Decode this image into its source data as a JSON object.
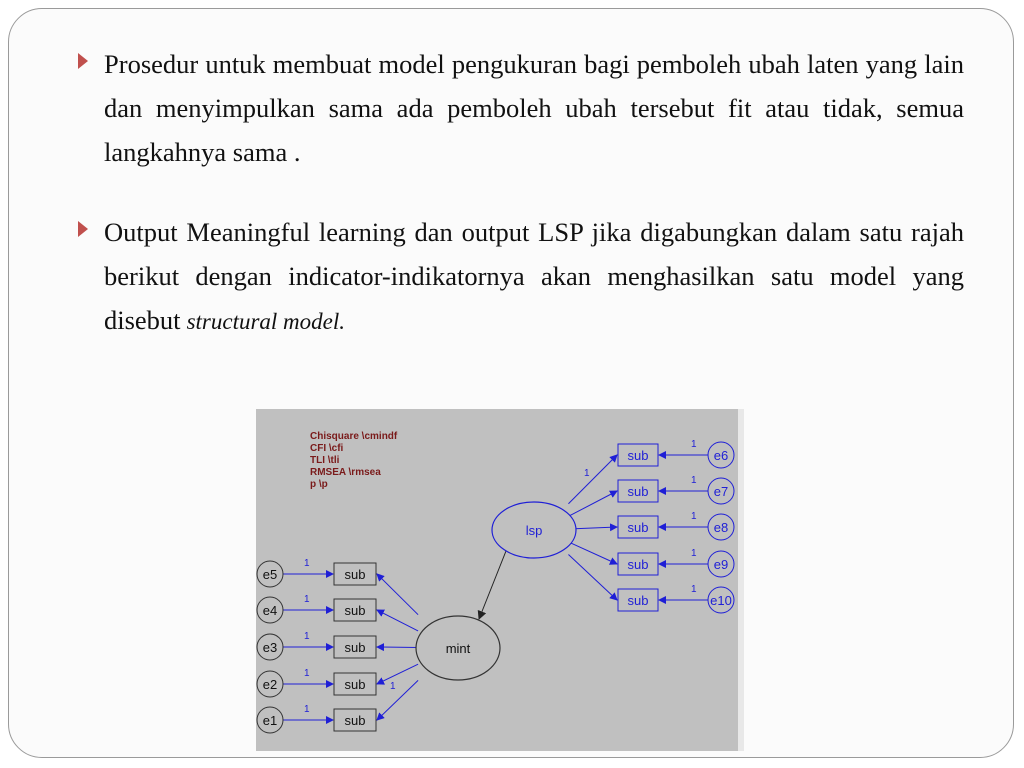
{
  "bullets": [
    {
      "text": "Prosedur    untuk membuat model pengukuran bagi pemboleh ubah laten yang lain dan menyimpulkan sama ada pemboleh ubah tersebut fit atau tidak, semua langkahnya sama ."
    },
    {
      "text": "Output Meaningful learning dan output LSP jika digabungkan dalam satu rajah berikut dengan indicator-indikatornya akan menghasilkan satu model yang disebut",
      "emphasis": "structural model."
    }
  ],
  "diagram": {
    "fit_indices": [
      "Chisquare \\cmindf",
      "CFI \\cfi",
      "TLI \\tli",
      "RMSEA \\rmsea",
      "p \\p"
    ],
    "latent_right": "lsp",
    "latent_left": "mint",
    "right_indicators": [
      {
        "box": "sub",
        "error": "e6",
        "weight": "1",
        "loading": "1"
      },
      {
        "box": "sub",
        "error": "e7",
        "weight": "1"
      },
      {
        "box": "sub",
        "error": "e8",
        "weight": "1"
      },
      {
        "box": "sub",
        "error": "e9",
        "weight": "1"
      },
      {
        "box": "sub",
        "error": "e10",
        "weight": "1"
      }
    ],
    "left_indicators": [
      {
        "box": "sub",
        "error": "e5",
        "weight": "1"
      },
      {
        "box": "sub",
        "error": "e4",
        "weight": "1"
      },
      {
        "box": "sub",
        "error": "e3",
        "weight": "1"
      },
      {
        "box": "sub",
        "error": "e2",
        "weight": "1",
        "loading": "1"
      },
      {
        "box": "sub",
        "error": "e1",
        "weight": "1"
      }
    ],
    "colors": {
      "background": "#c0c0c0",
      "blue": "#1f1fd6",
      "dark": "#333333",
      "fit_text": "#7a1a1a",
      "bullet": "#c0504d"
    }
  }
}
